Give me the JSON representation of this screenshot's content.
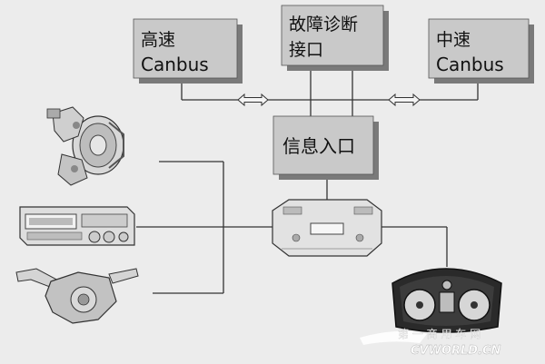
{
  "boxes": {
    "high_speed": {
      "line1": "高速",
      "line2": "Canbus"
    },
    "diag_port": {
      "line1": "故障诊断",
      "line2": "接口"
    },
    "mid_speed": {
      "line1": "中速",
      "line2": "Canbus"
    },
    "info_entry": {
      "line1": "信息入口"
    }
  },
  "watermark": {
    "cn": "第 一 商 用 车 网",
    "en": "CVWORLD.CN"
  },
  "icons": [
    "brake-caliper-icon",
    "radio-unit-icon",
    "steering-column-switch-icon",
    "body-control-module-icon",
    "instrument-cluster-icon"
  ],
  "colors": {
    "box_fill": "#c9c9c9",
    "box_shadow": "#7a7a7a",
    "background": "#ececec",
    "line": "#333333"
  }
}
